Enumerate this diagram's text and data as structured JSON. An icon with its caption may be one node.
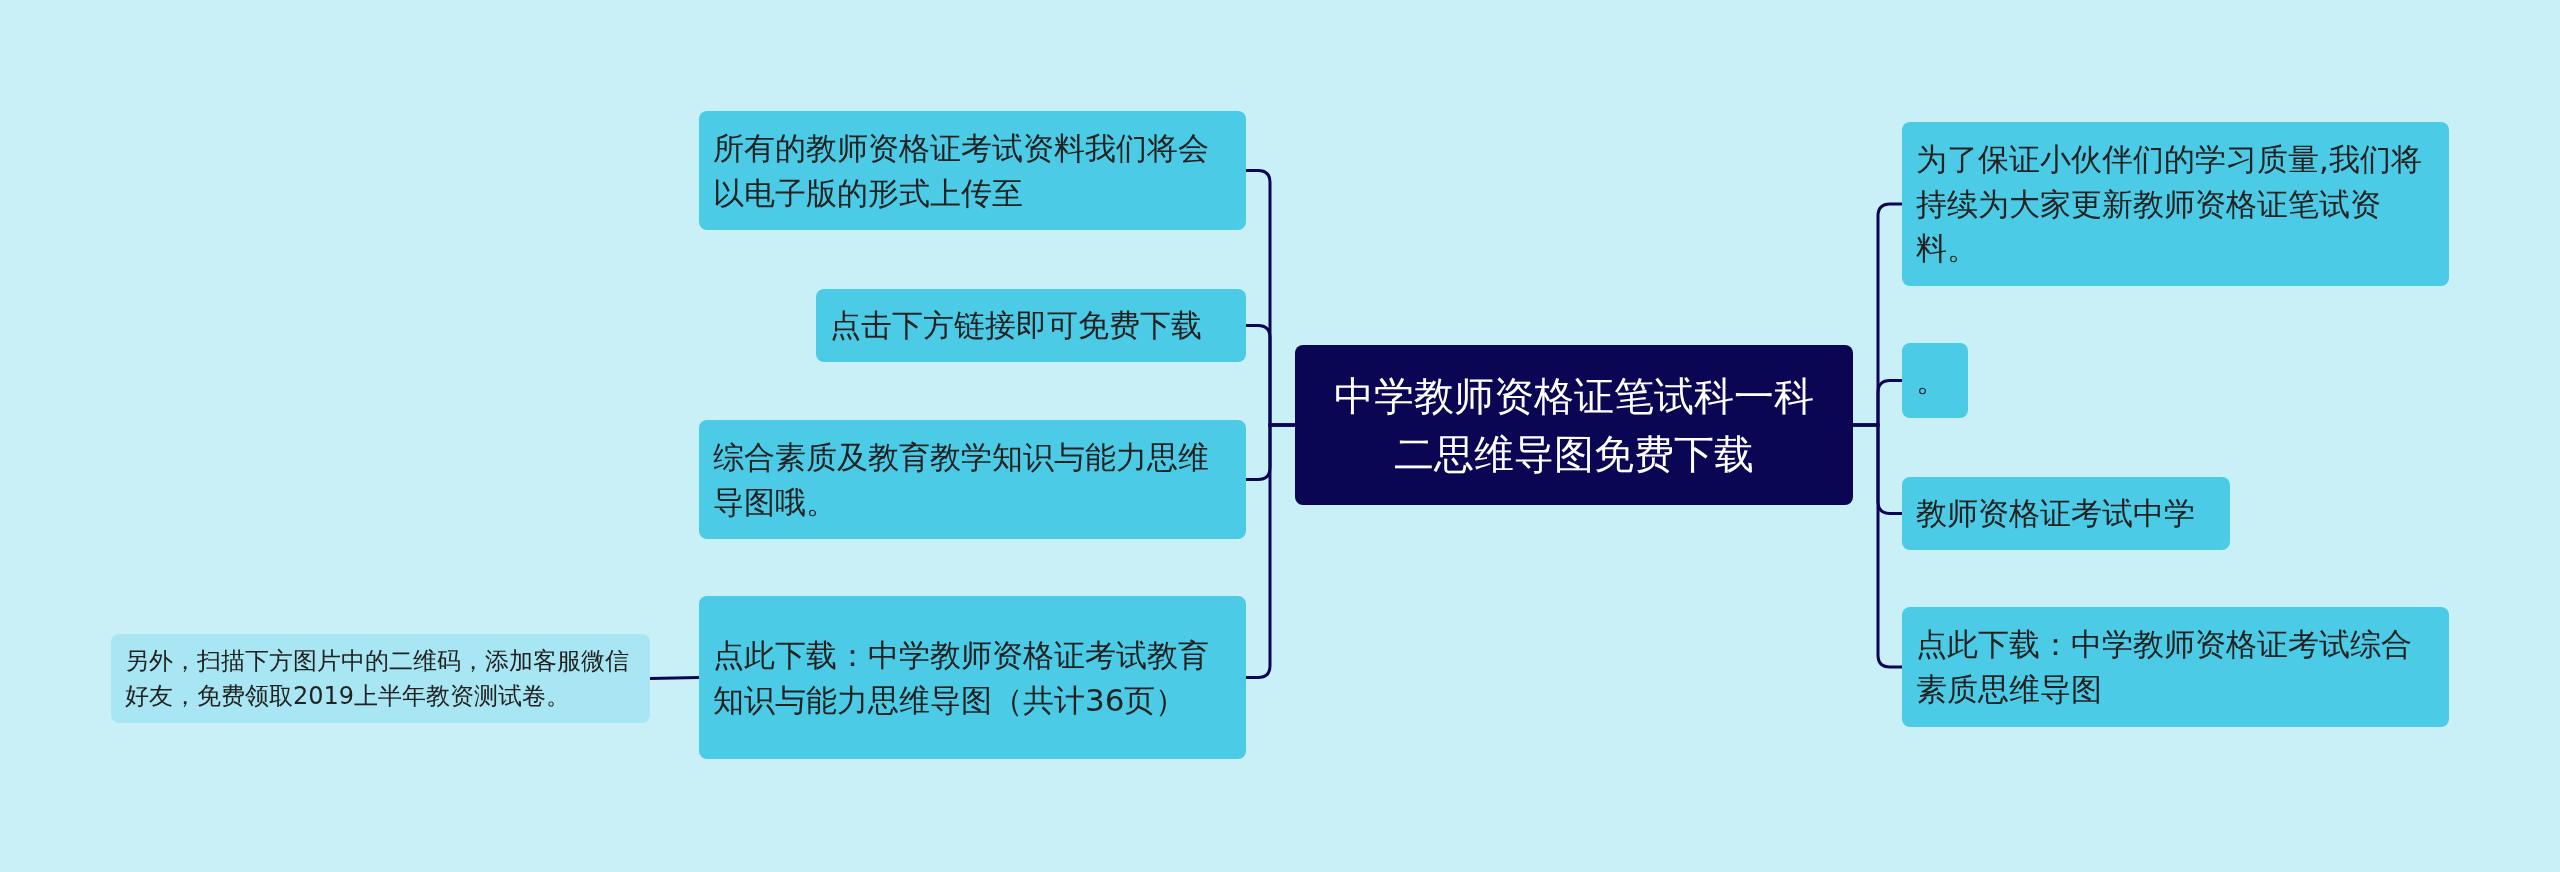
{
  "diagram": {
    "nodes": [
      {
        "text": [
          "中学教师资格证笔试科一科二思维导图免费下载"
        ]
      },
      {
        "text": [
          "所有的教师资格证考试资料我们将会以电子版的形式上传至"
        ]
      },
      {
        "text": [
          "点击下方链接即可免费下载"
        ]
      },
      {
        "text": [
          "综合素质及教育教学知识与能力思维导图哦。"
        ]
      },
      {
        "text": [
          "点此下载：中学教师资格证考试教育知识与能力思维导图（共计36页）"
        ]
      },
      {
        "text": [
          "另外，扫描下方图片中的二维码，添加客服微信好友，免费领取2019上半年教资测试卷。"
        ]
      },
      {
        "text": [
          "为了保证小伙伴们的学习质量,我们将持续为大家更新教师资格证笔试资料。"
        ]
      },
      {
        "text": [
          "。"
        ]
      },
      {
        "text": [
          "教师资格证考试中学"
        ]
      },
      {
        "text": [
          "点此下载：中学教师资格证考试综合素质思维导图"
        ]
      }
    ],
    "edges": [
      {
        "from": 0,
        "to": 1,
        "arrow": "none"
      },
      {
        "from": 0,
        "to": 2,
        "arrow": "none"
      },
      {
        "from": 0,
        "to": 3,
        "arrow": "none"
      },
      {
        "from": 0,
        "to": 4,
        "arrow": "none"
      },
      {
        "from": 4,
        "to": 5,
        "arrow": "none"
      },
      {
        "from": 0,
        "to": 6,
        "arrow": "none"
      },
      {
        "from": 0,
        "to": 7,
        "arrow": "none"
      },
      {
        "from": 0,
        "to": 8,
        "arrow": "none"
      },
      {
        "from": 0,
        "to": 9,
        "arrow": "none"
      }
    ]
  }
}
